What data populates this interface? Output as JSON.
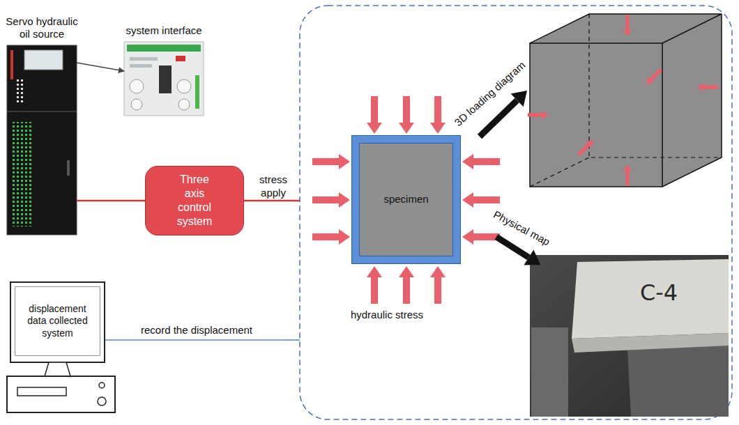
{
  "diagram": {
    "nodes": [
      {
        "text": [
          "Servo hydraulic oil source"
        ]
      },
      {
        "text": [
          "system interface"
        ]
      },
      {
        "text": [
          "Three axis control system"
        ]
      },
      {
        "text": [
          "specimen"
        ]
      },
      {
        "text": [
          "displacement data collected system"
        ]
      }
    ],
    "edges": [
      {
        "from": 0,
        "to": 1,
        "arrow": "to"
      },
      {
        "from": 0,
        "to": 2,
        "arrow": "none"
      }
    ],
    "labels": [
      "stress apply",
      "3D loading diagram",
      "Physical map",
      "hydraulic stress",
      "record the displacement",
      "C-4"
    ]
  }
}
